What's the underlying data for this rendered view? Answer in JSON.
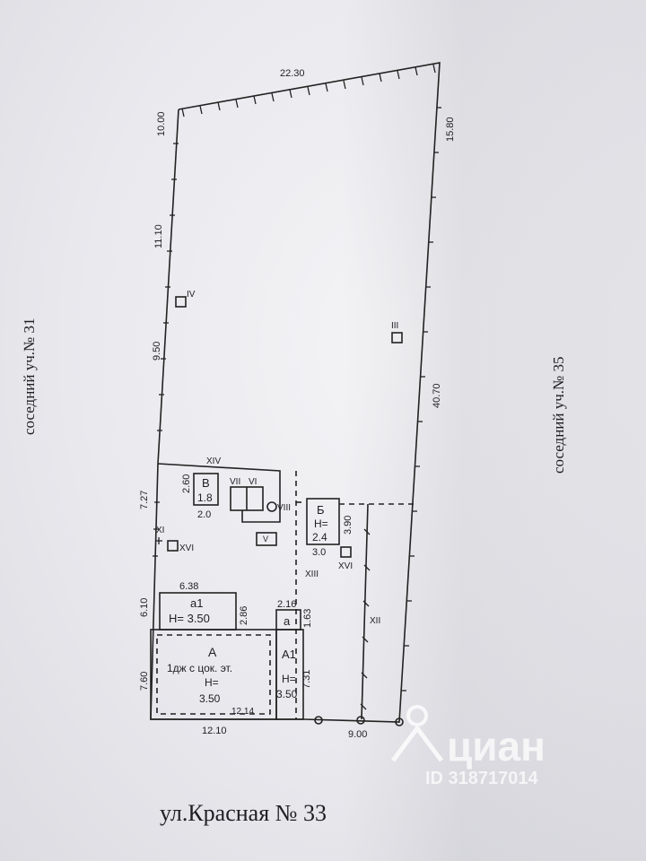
{
  "neighbors": {
    "left": "соседний уч.№ 31",
    "right": "соседний уч.№ 35"
  },
  "street": "ул.Красная № 33",
  "watermark": {
    "brand": "циан",
    "id": "ID 318717014"
  },
  "dimensions": {
    "top": "22.30",
    "top_left": "10.00",
    "left_upper": "11.10",
    "left_mid": "9.50",
    "left_lower": "7.27",
    "left_a1": "6.10",
    "left_a": "7.60",
    "right_top": "15.80",
    "right_main": "40.70",
    "bottom_a": "12.10",
    "bottom_right": "9.00",
    "a1_width": "6.38",
    "a1_depth": "2.86",
    "a_small_width": "2.16",
    "a_small_depth": "1.63",
    "A1_depth": "7.31",
    "A_inner": "12.14",
    "V_depth": "2.60",
    "V_width": "2.0",
    "B_depth": "3.90",
    "B_width": "3.0"
  },
  "buildings": {
    "A_letter": "А",
    "A_desc": "1дж с цок. эт.",
    "A_h": "H=",
    "A_hval": "3.50",
    "A1_letter": "А1",
    "A1_h": "H=",
    "A1_hval": "3.50",
    "a1_letter": "а1",
    "a1_h": "H= 3.50",
    "a_letter": "а",
    "B_letter": "Б",
    "B_h": "H=",
    "B_hval": "2.4",
    "V_letter": "В",
    "V_hval": "1.8"
  },
  "roman": {
    "iii": "III",
    "iv": "IV",
    "v": "V",
    "vi": "VI",
    "vii": "VII",
    "viii": "VIII",
    "xi": "XI",
    "xii": "XII",
    "xiii": "XIII",
    "xiv": "XIV",
    "xvi_left": "XVI",
    "xvi_right": "XVI"
  },
  "colors": {
    "ink": "#1e1e24",
    "paper": "#ececf0"
  }
}
